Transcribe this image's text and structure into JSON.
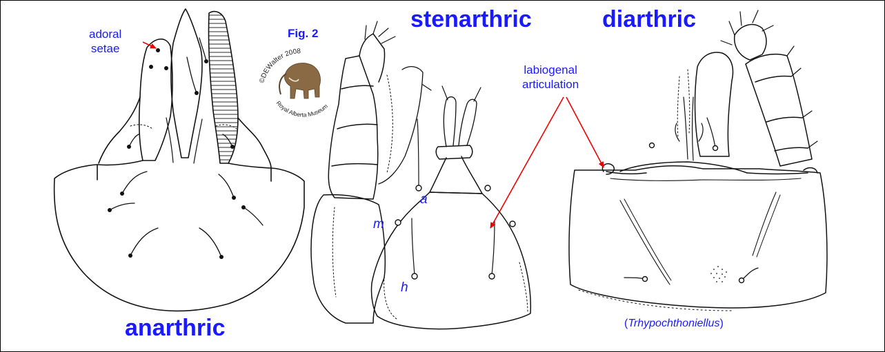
{
  "figure_label": "Fig. 2",
  "titles": {
    "stenarthric": "stenarthric",
    "diarthric": "diarthric",
    "anarthric": "anarthric"
  },
  "annotations": {
    "adoral_line1": "adoral",
    "adoral_line2": "setae",
    "labiogenal_line1": "labiogenal",
    "labiogenal_line2": "articulation"
  },
  "setae_labels": {
    "a": "a",
    "m": "m",
    "h": "h"
  },
  "genus": {
    "open": "(",
    "name": "Trhypochthoniellus",
    "close": ")"
  },
  "credit": {
    "line1": "©DEWalter 2008",
    "line2": "Royal Alberta Museum"
  },
  "colors": {
    "label_blue": "#1a1aff",
    "arrow_red": "#ee0000",
    "line": "#111111",
    "mammoth": "#8a6a45"
  }
}
